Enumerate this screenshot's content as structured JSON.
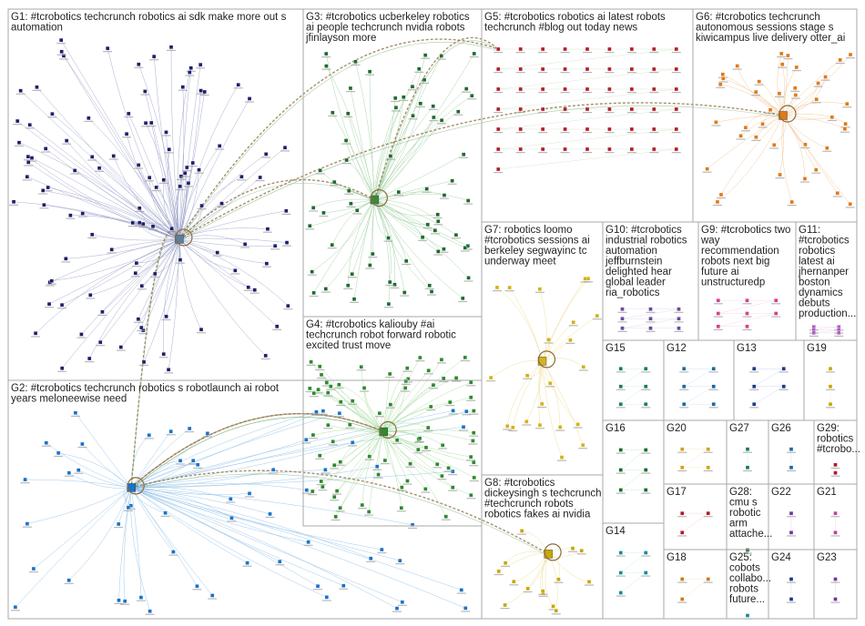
{
  "groups": [
    {
      "id": "G1",
      "title_lines": [
        "G1: #tcrobotics techcrunch robotics ai sdk make more out s",
        "automation"
      ],
      "color": "#1f1f6e",
      "edge_color": "#9aa0c8",
      "hub": "#5a7f9e"
    },
    {
      "id": "G2",
      "title_lines": [
        "G2: #tcrobotics techcrunch robotics s robotlaunch ai robot",
        "years meloneewise need"
      ],
      "color": "#1a73c8",
      "edge_color": "#8fc0e8",
      "hub": "#1a73c8"
    },
    {
      "id": "G3",
      "title_lines": [
        "G3: #tcrobotics ucberkeley robotics",
        "ai people techcrunch nvidia robots",
        "jfinlayson more"
      ],
      "color": "#1e6b2e",
      "edge_color": "#9ccf9f",
      "hub": "#3b8a3b"
    },
    {
      "id": "G4",
      "title_lines": [
        "G4: #tcrobotics kaliouby #ai",
        "techcrunch robot forward robotic",
        "excited trust move"
      ],
      "color": "#2d8a2d",
      "edge_color": "#a8dca0",
      "hub": "#2d8a2d"
    },
    {
      "id": "G5",
      "title_lines": [
        "G5: #tcrobotics robotics ai latest robots",
        "techcrunch #blog out today news"
      ],
      "color": "#b81c2a",
      "edge_color": "#a9d6a0",
      "hub": "#7a4a1a"
    },
    {
      "id": "G6",
      "title_lines": [
        "G6: #tcrobotics techcrunch",
        "autonomous sessions stage s",
        "kiwicampus live delivery otter_ai"
      ],
      "color": "#e07a1a",
      "edge_color": "#f0c290",
      "hub": "#e07a1a"
    },
    {
      "id": "G7",
      "title_lines": [
        "G7: robotics loomo",
        "#tcrobotics sessions ai",
        "berkeley segwayinc tc",
        "underway meet"
      ],
      "color": "#d4b21a",
      "edge_color": "#ecdb8a",
      "hub": "#d4b21a"
    },
    {
      "id": "G8",
      "title_lines": [
        "G8: #tcrobotics",
        "dickeysingh s techcrunch",
        "#techcrunch robots",
        "robotics fakes ai nvidia"
      ],
      "color": "#c9a800",
      "edge_color": "#e8dc90",
      "hub": "#c9a800"
    },
    {
      "id": "G9",
      "title_lines": [
        "G9: #tcrobotics two",
        "way",
        "recommendation",
        "robots next big",
        "future ai",
        "unstructuredp"
      ],
      "color": "#d6408a",
      "edge_color": "#f0b0d0",
      "hub": "#d6408a"
    },
    {
      "id": "G10",
      "title_lines": [
        "G10: #tcrobotics",
        "industrial robotics",
        "automation",
        "jeffburnstein",
        "delighted hear",
        "global leader",
        "ria_robotics"
      ],
      "color": "#6a4aa0",
      "edge_color": "#c8b8e0",
      "hub": "#6a4aa0"
    },
    {
      "id": "G11",
      "title_lines": [
        "G11:",
        "#tcrobotics",
        "robotics",
        "latest ai",
        "jhernanper",
        "boston",
        "dynamics",
        "debuts",
        "production..."
      ],
      "color": "#b060c0",
      "edge_color": "#e0b8e8",
      "hub": "#b060c0"
    },
    {
      "id": "G12",
      "title_lines": [
        "G12"
      ],
      "color": "#1a6aa0",
      "edge_color": "#a0c8e0",
      "hub": "#1a6aa0"
    },
    {
      "id": "G13",
      "title_lines": [
        "G13"
      ],
      "color": "#1a3a8a",
      "edge_color": "#a0b0d8",
      "hub": "#1a3a8a"
    },
    {
      "id": "G14",
      "title_lines": [
        "G14"
      ],
      "color": "#1a8aa0",
      "edge_color": "#a0d8e0",
      "hub": "#1a8aa0"
    },
    {
      "id": "G15",
      "title_lines": [
        "G15"
      ],
      "color": "#1a7a6a",
      "edge_color": "#a0d8c8",
      "hub": "#1a7a6a"
    },
    {
      "id": "G16",
      "title_lines": [
        "G16"
      ],
      "color": "#1a6a2a",
      "edge_color": "#a0d0a8",
      "hub": "#1a6a2a"
    },
    {
      "id": "G17",
      "title_lines": [
        "G17"
      ],
      "color": "#b01a2a",
      "edge_color": "#e8a0a8",
      "hub": "#b01a2a"
    },
    {
      "id": "G18",
      "title_lines": [
        "G18"
      ],
      "color": "#d07a1a",
      "edge_color": "#f0c898",
      "hub": "#d07a1a"
    },
    {
      "id": "G19",
      "title_lines": [
        "G19"
      ],
      "color": "#c9a800",
      "edge_color": "#ece090",
      "hub": "#c9a800"
    },
    {
      "id": "G20",
      "title_lines": [
        "G20"
      ],
      "color": "#d4a21a",
      "edge_color": "#ecd48a",
      "hub": "#d4a21a"
    },
    {
      "id": "G21",
      "title_lines": [
        "G21"
      ],
      "color": "#c040a0",
      "edge_color": "#ecb0d8",
      "hub": "#c040a0"
    },
    {
      "id": "G22",
      "title_lines": [
        "G22"
      ],
      "color": "#6a3aa0",
      "edge_color": "#c8b0e0",
      "hub": "#6a3aa0"
    },
    {
      "id": "G23",
      "title_lines": [
        "G23"
      ],
      "color": "#6a3aa0",
      "edge_color": "#c8b0e0",
      "hub": "#6a3aa0"
    },
    {
      "id": "G24",
      "title_lines": [
        "G24"
      ],
      "color": "#1a3a8a",
      "edge_color": "#a0b0d8",
      "hub": "#1a3a8a"
    },
    {
      "id": "G25",
      "title_lines": [
        "G25:",
        "cobots",
        "collabo...",
        "robots",
        "future..."
      ],
      "color": "#1a8aa0",
      "edge_color": "#a0d8e0",
      "hub": "#1a8aa0"
    },
    {
      "id": "G26",
      "title_lines": [
        "G26"
      ],
      "color": "#1a6aa0",
      "edge_color": "#a0c8e0",
      "hub": "#1a6aa0"
    },
    {
      "id": "G27",
      "title_lines": [
        "G27"
      ],
      "color": "#1a7a5a",
      "edge_color": "#a0d8c0",
      "hub": "#b01a2a"
    },
    {
      "id": "G28",
      "title_lines": [
        "G28:",
        "cmu s",
        "robotic",
        "arm",
        "attache..."
      ],
      "color": "#1a6a2a",
      "edge_color": "#a0d0a8",
      "hub": "#1a6a2a"
    },
    {
      "id": "G29",
      "title_lines": [
        "G29:",
        "robotics",
        "#tcrobo..."
      ],
      "color": "#b01a2a",
      "edge_color": "#e8a0a8",
      "hub": "#b01a2a"
    }
  ],
  "icons": {
    "node": "user-avatar-icon",
    "hub": "hub-avatar-icon"
  }
}
